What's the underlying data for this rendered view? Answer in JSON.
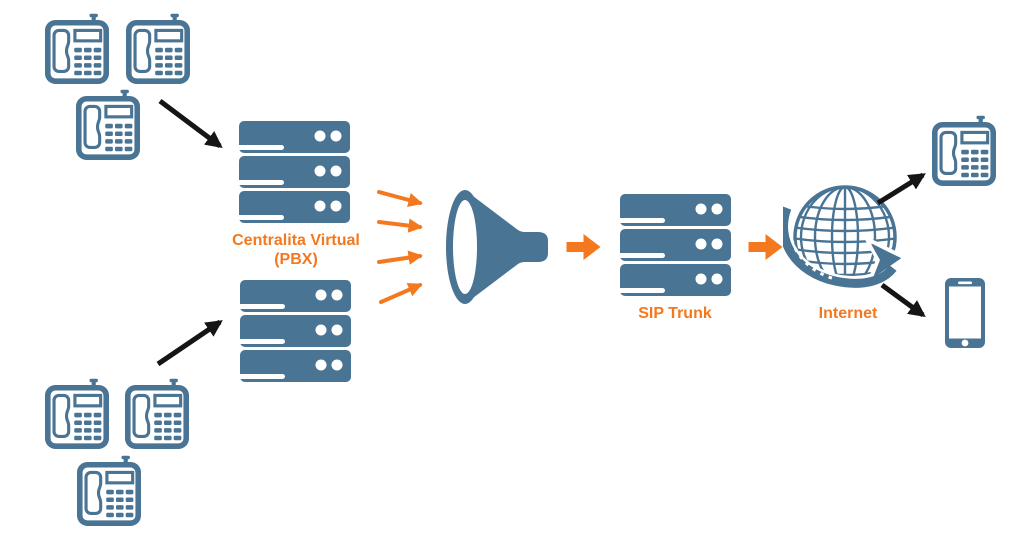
{
  "diagram": {
    "labels": {
      "pbx_line1": "Centralita Virtual",
      "pbx_line2": "(PBX)",
      "sip_trunk": "SIP Trunk",
      "internet": "Internet"
    },
    "colors": {
      "device_blue": "#4A7494",
      "accent_orange": "#F4781E",
      "arrow_black": "#151515",
      "background": "#FFFFFF"
    },
    "nodes": [
      {
        "id": "office-phones-top",
        "icon": "desk-phone-icon",
        "count": 3
      },
      {
        "id": "pbx-server-stacks",
        "icon": "server-stack-icon",
        "count": 2,
        "label": "Centralita Virtual (PBX)"
      },
      {
        "id": "office-phones-bottom",
        "icon": "desk-phone-icon",
        "count": 3
      },
      {
        "id": "call-funnel",
        "icon": "funnel-icon"
      },
      {
        "id": "sip-trunk-server",
        "icon": "server-stack-icon",
        "label": "SIP Trunk"
      },
      {
        "id": "internet-globe",
        "icon": "globe-arrow-icon",
        "label": "Internet"
      },
      {
        "id": "endpoint-desk-phone",
        "icon": "desk-phone-icon"
      },
      {
        "id": "endpoint-smartphone",
        "icon": "smartphone-icon"
      }
    ]
  }
}
